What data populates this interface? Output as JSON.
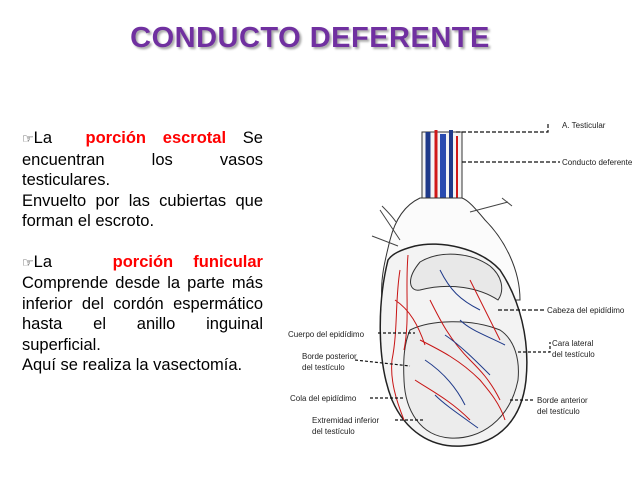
{
  "slide": {
    "title": "CONDUCTO DEFERENTE",
    "paragraphs": [
      {
        "bullet": "☞",
        "lead": "La",
        "highlight": "porción escrotal",
        "lines": [
          "Se encuentran los vasos testiculares.",
          "Envuelto por las cubiertas que forman el escroto."
        ]
      },
      {
        "bullet": "☞",
        "lead": "La",
        "highlight": "porción funicular",
        "lines": [
          "Comprende desde la parte más inferior del cordón espermático hasta el anillo inguinal superficial.",
          "Aquí se realiza la vasectomía."
        ]
      }
    ],
    "colors": {
      "title": "#7030a0",
      "highlight": "#ff0000"
    }
  },
  "figure": {
    "labels": {
      "a_testicular": "A. Testicular",
      "conducto": "Conducto deferente",
      "cabeza": "Cabeza del epidídimo",
      "cuerpo": "Cuerpo del epidídimo",
      "borde_post_1": "Borde posterior",
      "borde_post_2": "del testículo",
      "cara_1": "Cara lateral",
      "cara_2": "del testículo",
      "borde_ant_1": "Borde anterior",
      "borde_ant_2": "del testículo",
      "cola": "Cola del epidídimo",
      "extremidad_1": "Extremidad inferior",
      "extremidad_2": "del testículo"
    }
  }
}
